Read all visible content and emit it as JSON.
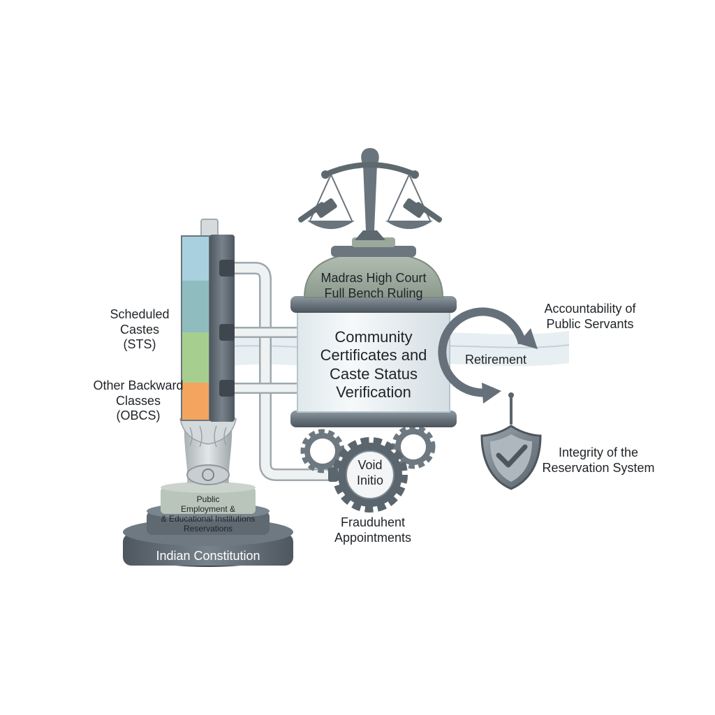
{
  "labels": {
    "scheduled_castes": "Scheduled\nCastes\n(STS)",
    "other_backward_classes": "Other Backward\nClasses\n(OBCS)",
    "madras_high_court": "Madras High Court\nFull Bench Ruling",
    "community_certificates": "Community\nCertificates and\nCaste Status\nVerification",
    "retirement": "Retirement",
    "accountability": "Accountability of\nPublic Servants",
    "integrity": "Integrity of the\nReservation System",
    "void_initio": "Void\nInitio",
    "fraudulent_appointments": "Frauduhent\nAppointments",
    "public_employment": "Public\nEmployment &",
    "educational_institutions": "& Educational Institutions\nReservations",
    "indian_constitution": "Indian Constitution"
  },
  "colors": {
    "column_blue": "#a9d0df",
    "column_teal": "#8fbdbf",
    "column_green": "#a6cf8f",
    "column_orange": "#f3a560",
    "metal_dark": "#5c6670",
    "metal_mid": "#8a949c",
    "metal_light": "#c9d0d4",
    "court_dome": "#9aa79b",
    "glass": "#e8eff2"
  }
}
